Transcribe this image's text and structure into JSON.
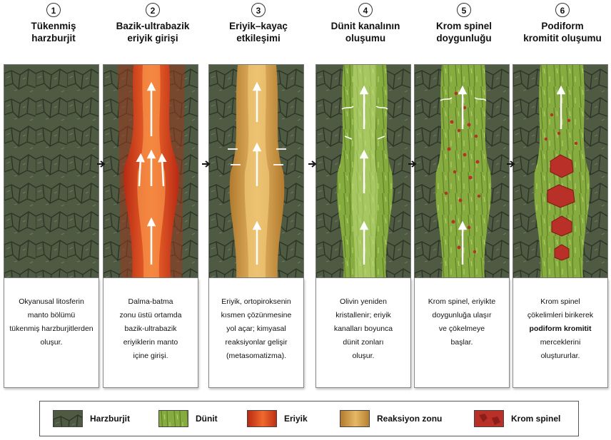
{
  "steps": [
    {
      "num": "1",
      "title_line1": "Tükenmiş",
      "title_line2": "harzburjit",
      "desc": [
        "Okyanusal litosferin",
        "manto bölümü",
        "tükenmiş harzburjitlerden",
        "oluşur."
      ]
    },
    {
      "num": "2",
      "title_line1": "Bazik-ultrabazik",
      "title_line2": "eriyik girişi",
      "desc": [
        "Dalma-batma",
        "zonu üstü ortamda",
        "bazik-ultrabazik",
        "eriyiklerin manto",
        "içine girişi."
      ]
    },
    {
      "num": "3",
      "title_line1": "Eriyik–kayaç",
      "title_line2": "etkileşimi",
      "desc": [
        "Eriyik, ortopiroksenin",
        "kısmen çözünmesine",
        "yol açar; kimyasal",
        "reaksiyonlar gelişir",
        "(metasomatizma)."
      ]
    },
    {
      "num": "4",
      "title_line1": "Dünit kanalının",
      "title_line2": "oluşumu",
      "desc": [
        "Olivin yeniden",
        "kristallenir; eriyik",
        "kanalları boyunca",
        "dünit zonları",
        "oluşur."
      ]
    },
    {
      "num": "5",
      "title_line1": "Krom spinel",
      "title_line2": "doygunluğu",
      "desc": [
        "Krom spinel, eriyikte",
        "doygunluğa ulaşır",
        "ve çökelmeye",
        "başlar."
      ]
    },
    {
      "num": "6",
      "title_line1": "Podiform",
      "title_line2": "kromitit oluşumu",
      "desc": [
        "Krom spinel",
        "çökelimleri birikerek",
        "podiform kromitit",
        "merceklerini",
        "oluştururlar."
      ]
    }
  ],
  "legend": [
    {
      "label": "Harzburjit",
      "color": "#4f5a43"
    },
    {
      "label": "Dünit",
      "color": "#7fa43a"
    },
    {
      "label": "Eriyik",
      "color": "#e0401f"
    },
    {
      "label": "Reaksiyon zonu",
      "color": "#d9a04c"
    },
    {
      "label": "Krom spinel",
      "color": "#b83028"
    }
  ],
  "colors": {
    "harzburjit": "#4f5a43",
    "harzburjit_line": "#2d3428",
    "dunit": "#8cb044",
    "eriyik": "#e0401f",
    "reaksiyon": "#d9a04c",
    "krom_spinel": "#b83028"
  }
}
